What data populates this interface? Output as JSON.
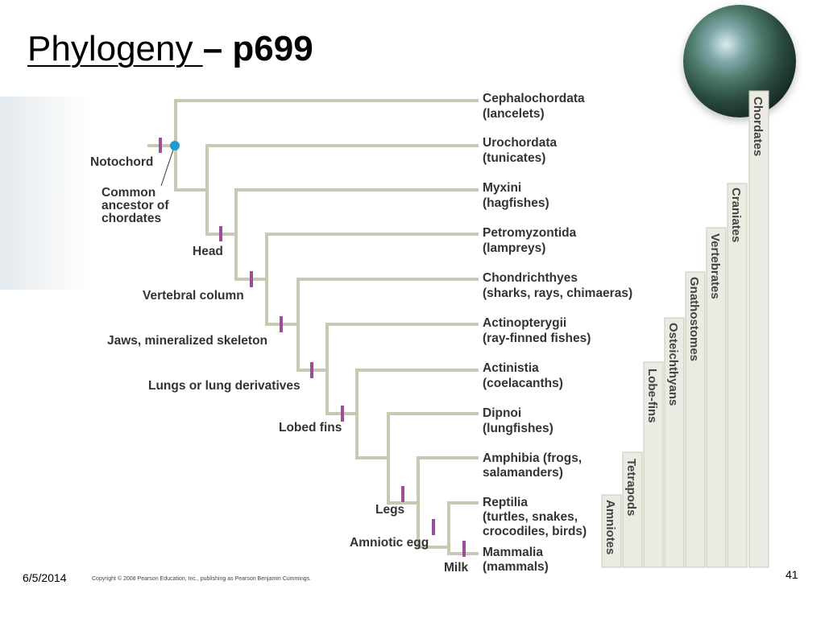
{
  "slide": {
    "title_underlined": "Phylogeny ",
    "title_rest": "– p699",
    "date": "6/5/2014",
    "page_number": "41",
    "copyright": "Copyright © 2008 Pearson Education, Inc., publishing as Pearson Benjamin Cummings."
  },
  "tree": {
    "taxa": [
      {
        "line1": "Cephalochordata",
        "line2": "(lancelets)"
      },
      {
        "line1": "Urochordata",
        "line2": "(tunicates)"
      },
      {
        "line1": "Myxini",
        "line2": "(hagfishes)"
      },
      {
        "line1": "Petromyzontida",
        "line2": "(lampreys)"
      },
      {
        "line1": "Chondrichthyes",
        "line2": "(sharks, rays, chimaeras)"
      },
      {
        "line1": "Actinopterygii",
        "line2": "(ray-finned fishes)"
      },
      {
        "line1": "Actinistia",
        "line2": "(coelacanths)"
      },
      {
        "line1": "Dipnoi",
        "line2": "(lungfishes)"
      },
      {
        "line1": "Amphibia (frogs,",
        "line2": "salamanders)"
      },
      {
        "line1": "Reptilia",
        "line2": "(turtles, snakes,",
        "line3": "crocodiles, birds)"
      },
      {
        "line1": "Mammalia",
        "line2": "(mammals)"
      }
    ],
    "characters": {
      "notochord": "Notochord",
      "common_ancestor_1": "Common",
      "common_ancestor_2": "ancestor of",
      "common_ancestor_3": "chordates",
      "head": "Head",
      "vertebral_column": "Vertebral column",
      "jaws": "Jaws, mineralized skeleton",
      "lungs": "Lungs or lung derivatives",
      "lobed_fins": "Lobed fins",
      "legs": "Legs",
      "amniotic_egg": "Amniotic egg",
      "milk": "Milk"
    },
    "clades": [
      "Chordates",
      "Craniates",
      "Vertebrates",
      "Gnathostomes",
      "Osteichthyans",
      "Lobe-fins",
      "Tetrapods",
      "Amniotes"
    ],
    "colors": {
      "branch": "#c9c8b3",
      "marker": "#9b4f96",
      "ancestor_dot": "#1e9cd0",
      "clade_bar": "#ecebe3",
      "clade_bar_border": "#c9c7b6"
    }
  }
}
